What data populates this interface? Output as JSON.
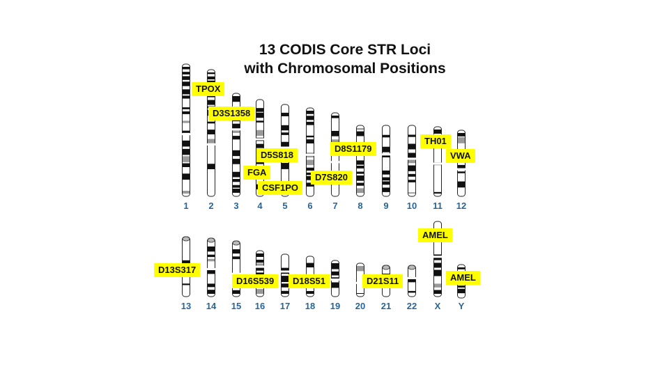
{
  "title": {
    "line1": "13 CODIS Core STR Loci",
    "line2": "with Chromosomal Positions"
  },
  "chromosomes": {
    "row1": [
      "1",
      "2",
      "3",
      "4",
      "5",
      "6",
      "7",
      "8",
      "9",
      "10",
      "11",
      "12"
    ],
    "row2": [
      "13",
      "14",
      "15",
      "16",
      "17",
      "18",
      "19",
      "20",
      "21",
      "22",
      "X",
      "Y"
    ]
  },
  "loci": {
    "tpox": "TPOX",
    "d3s1358": "D3S1358",
    "fga": "FGA",
    "d5s818": "D5S818",
    "csf1po": "CSF1PO",
    "d7s820": "D7S820",
    "d8s1179": "D8S1179",
    "th01": "TH01",
    "vwa": "VWA",
    "amel_x": "AMEL",
    "amel_y": "AMEL",
    "d13s317": "D13S317",
    "d16s539": "D16S539",
    "d18s51": "D18S51",
    "d21s11": "D21S11"
  },
  "colors": {
    "highlight": "#ffff00",
    "chromosome_number": "#2a6496"
  }
}
